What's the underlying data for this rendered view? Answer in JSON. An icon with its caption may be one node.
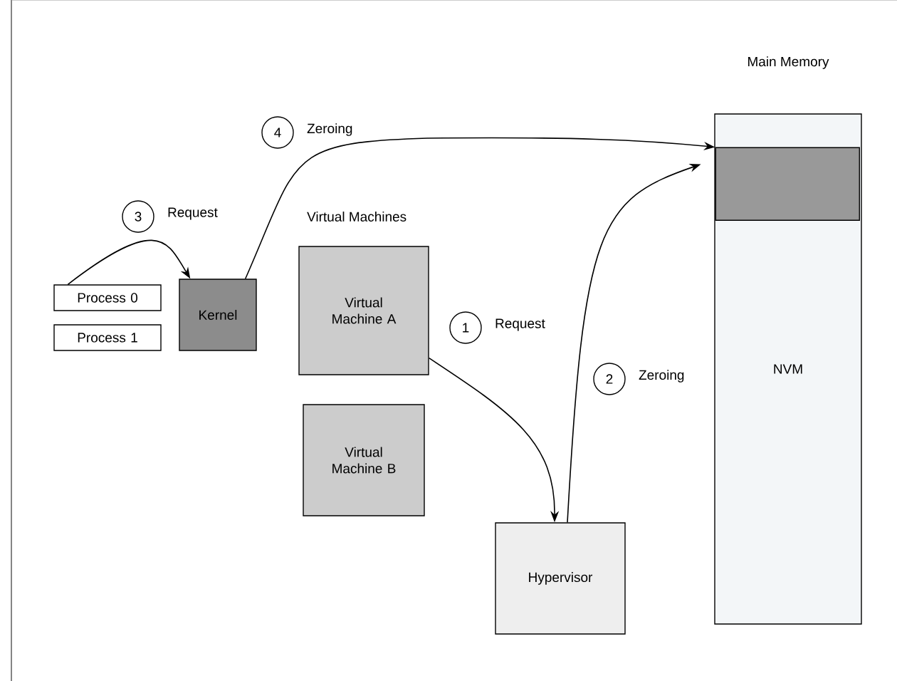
{
  "diagram": {
    "nodes": [
      {
        "text": [
          "Main Memory",
          "NVM"
        ]
      },
      {
        "text": [],
        "shape": "box",
        "in": 0
      },
      {
        "text": [
          "Process 0"
        ]
      },
      {
        "text": [
          "Process 1"
        ]
      },
      {
        "text": [
          "Kernel"
        ]
      },
      {
        "text": [
          "Virtual Machine A"
        ]
      },
      {
        "text": [
          "Virtual Machine B"
        ]
      },
      {
        "text": [
          "Hypervisor"
        ]
      },
      {
        "text": [
          "1"
        ],
        "beside": [
          "Request"
        ]
      },
      {
        "text": [
          "2"
        ],
        "beside": [
          "Zeroing"
        ]
      },
      {
        "text": [
          "3"
        ],
        "beside": [
          "Request"
        ]
      },
      {
        "text": [
          "4"
        ],
        "beside": [
          "Zeroing"
        ]
      }
    ],
    "edges": [
      {
        "from": 2,
        "to": 4,
        "arrow": "to"
      },
      {
        "from": 4,
        "to": 1,
        "arrow": "to"
      },
      {
        "from": 5,
        "to": 7,
        "arrow": "to"
      },
      {
        "from": 7,
        "to": 1,
        "arrow": "to"
      }
    ],
    "labels": [
      "Virtual Machines"
    ]
  }
}
